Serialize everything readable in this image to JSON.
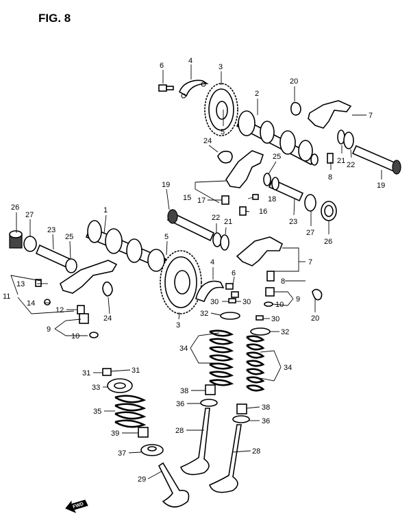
{
  "figure": {
    "title": "FIG. 8"
  },
  "fwd_label": "FWD",
  "callouts": [
    {
      "id": "c6a",
      "text": "6"
    },
    {
      "id": "c4a",
      "text": "4"
    },
    {
      "id": "c3a",
      "text": "3"
    },
    {
      "id": "c5a",
      "text": "5"
    },
    {
      "id": "c2",
      "text": "2"
    },
    {
      "id": "c20a",
      "text": "20"
    },
    {
      "id": "c7a",
      "text": "7"
    },
    {
      "id": "c24a",
      "text": "24"
    },
    {
      "id": "c21a",
      "text": "21"
    },
    {
      "id": "c22a",
      "text": "22"
    },
    {
      "id": "c8a",
      "text": "8"
    },
    {
      "id": "c19a",
      "text": "19"
    },
    {
      "id": "c25a",
      "text": "25"
    },
    {
      "id": "c18",
      "text": "18"
    },
    {
      "id": "c19b",
      "text": "19"
    },
    {
      "id": "c15",
      "text": "15"
    },
    {
      "id": "c17",
      "text": "17"
    },
    {
      "id": "c16",
      "text": "16"
    },
    {
      "id": "c23a",
      "text": "23"
    },
    {
      "id": "c27a",
      "text": "27"
    },
    {
      "id": "c26a",
      "text": "26"
    },
    {
      "id": "c22b",
      "text": "22"
    },
    {
      "id": "c21b",
      "text": "21"
    },
    {
      "id": "c26b",
      "text": "26"
    },
    {
      "id": "c27b",
      "text": "27"
    },
    {
      "id": "c23b",
      "text": "23"
    },
    {
      "id": "c25b",
      "text": "25"
    },
    {
      "id": "c1",
      "text": "1"
    },
    {
      "id": "c5b",
      "text": "5"
    },
    {
      "id": "c7b",
      "text": "7"
    },
    {
      "id": "c4b",
      "text": "4"
    },
    {
      "id": "c8b",
      "text": "8"
    },
    {
      "id": "c6b",
      "text": "6"
    },
    {
      "id": "c13",
      "text": "13"
    },
    {
      "id": "c11",
      "text": "11"
    },
    {
      "id": "c14",
      "text": "14"
    },
    {
      "id": "c12",
      "text": "12"
    },
    {
      "id": "c24b",
      "text": "24"
    },
    {
      "id": "c9a",
      "text": "9"
    },
    {
      "id": "c10a",
      "text": "10"
    },
    {
      "id": "c3b",
      "text": "3"
    },
    {
      "id": "c30a",
      "text": "30"
    },
    {
      "id": "c30b",
      "text": "30"
    },
    {
      "id": "c9b",
      "text": "9"
    },
    {
      "id": "c10b",
      "text": "10"
    },
    {
      "id": "c20b",
      "text": "20"
    },
    {
      "id": "c32a",
      "text": "32"
    },
    {
      "id": "c30c",
      "text": "30"
    },
    {
      "id": "c32b",
      "text": "32"
    },
    {
      "id": "c34a",
      "text": "34"
    },
    {
      "id": "c34b",
      "text": "34"
    },
    {
      "id": "c31a",
      "text": "31"
    },
    {
      "id": "c31b",
      "text": "31"
    },
    {
      "id": "c33",
      "text": "33"
    },
    {
      "id": "c38a",
      "text": "38"
    },
    {
      "id": "c36a",
      "text": "36"
    },
    {
      "id": "c35",
      "text": "35"
    },
    {
      "id": "c38b",
      "text": "38"
    },
    {
      "id": "c36b",
      "text": "36"
    },
    {
      "id": "c39",
      "text": "39"
    },
    {
      "id": "c28a",
      "text": "28"
    },
    {
      "id": "c28b",
      "text": "28"
    },
    {
      "id": "c37",
      "text": "37"
    },
    {
      "id": "c29",
      "text": "29"
    }
  ]
}
